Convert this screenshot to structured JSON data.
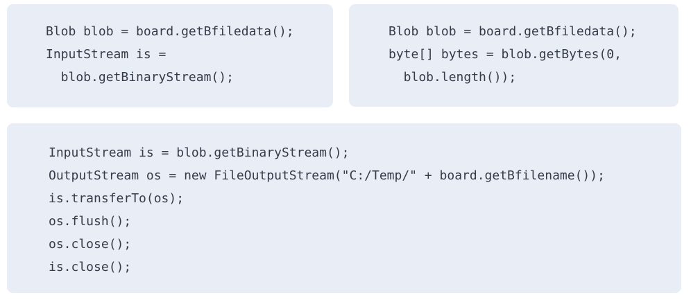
{
  "page": {
    "background_color": "#ffffff"
  },
  "code_style": {
    "block_background_color": "#e9edf6",
    "text_color": "#353c49",
    "language": "java"
  },
  "blocks": {
    "binary_stream": {
      "lines": [
        "Blob blob = board.getBfiledata();",
        "InputStream is =",
        "  blob.getBinaryStream();"
      ]
    },
    "get_bytes": {
      "lines": [
        "Blob blob = board.getBfiledata();",
        "byte[] bytes = blob.getBytes(0,",
        "  blob.length());"
      ]
    },
    "file_output": {
      "lines": [
        "InputStream is = blob.getBinaryStream();",
        "OutputStream os = new FileOutputStream(\"C:/Temp/\" + board.getBfilename());",
        "is.transferTo(os);",
        "os.flush();",
        "os.close();",
        "is.close();"
      ]
    }
  }
}
